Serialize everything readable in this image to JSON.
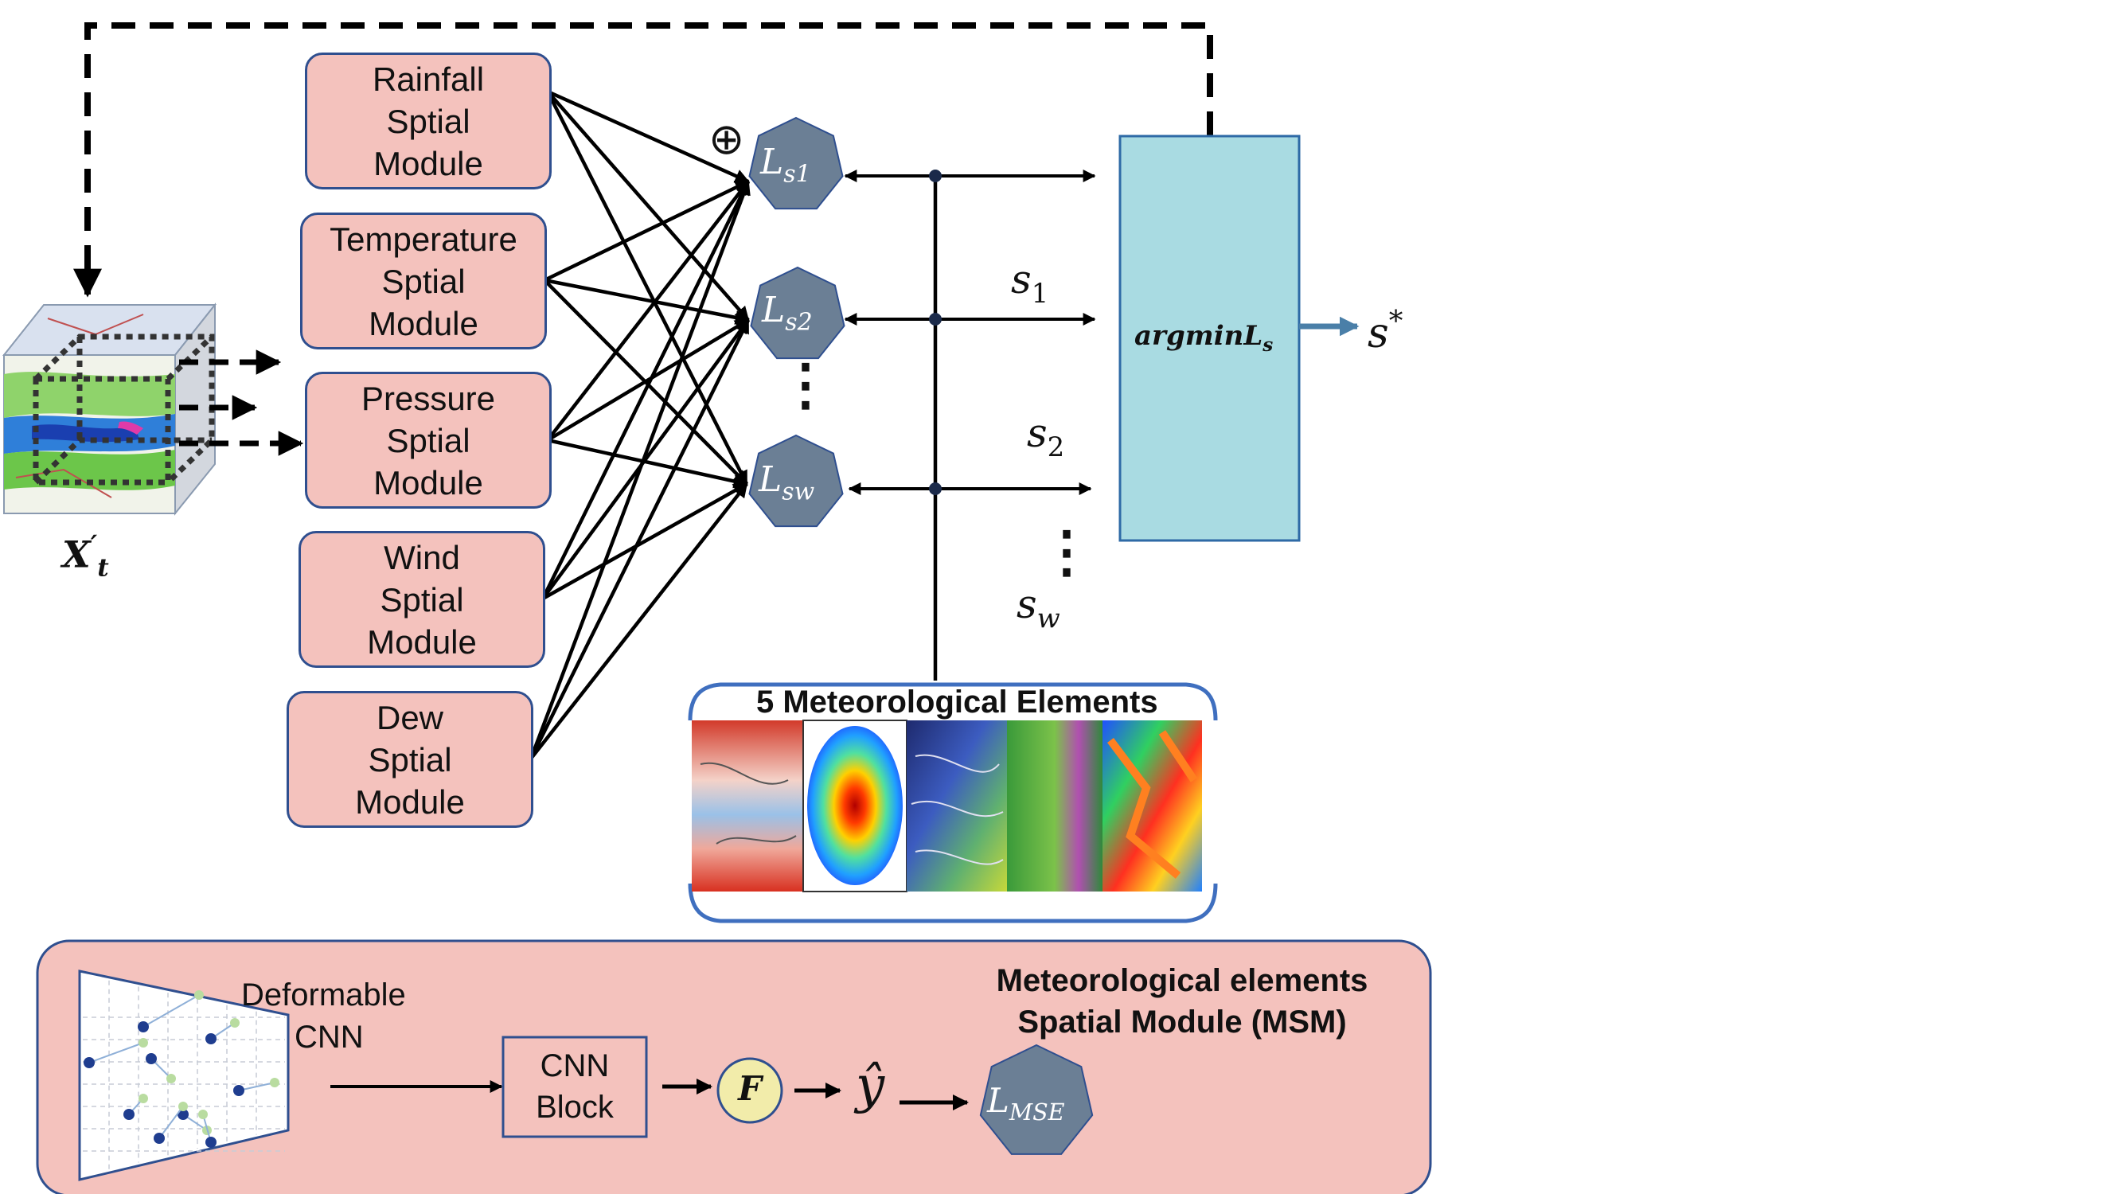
{
  "input": {
    "label_main": "X",
    "label_prime": "′",
    "label_sub": "t"
  },
  "modules": [
    {
      "line1": "Rainfall",
      "line2": "Sptial",
      "line3": "Module"
    },
    {
      "line1": "Temperature",
      "line2": "Sptial",
      "line3": "Module"
    },
    {
      "line1": "Pressure",
      "line2": "Sptial",
      "line3": "Module"
    },
    {
      "line1": "Wind",
      "line2": "Sptial",
      "line3": "Module"
    },
    {
      "line1": "Dew",
      "line2": "Sptial",
      "line3": "Module"
    }
  ],
  "oplus_symbol": "⊕",
  "losses": [
    {
      "main": "L",
      "sub": "s1"
    },
    {
      "main": "L",
      "sub": "s2"
    },
    {
      "main": "L",
      "sub": "sw"
    }
  ],
  "vdots": "⋮",
  "outputs": {
    "s1_main": "s",
    "s1_sub": "1",
    "s2_main": "s",
    "s2_sub": "2",
    "sw_main": "s",
    "sw_sub": "w"
  },
  "argmin": {
    "main": "argminL",
    "sub": "s"
  },
  "result": {
    "main": "s",
    "sup": "*"
  },
  "meteo_panel": {
    "title": "5 Meteorological Elements"
  },
  "msm": {
    "title_line1": "Meteorological elements",
    "title_line2": "Spatial Module (MSM)",
    "deformable_line1": "Deformable",
    "deformable_line2": "CNN",
    "cnn_block_line1": "CNN",
    "cnn_block_line2": "Block",
    "f_symbol": "F",
    "yhat_symbol": "ŷ",
    "mse_main": "L",
    "mse_sub": "MSE"
  },
  "colors": {
    "module_fill": "#f4c2bd",
    "module_border": "#2f4f8f",
    "loss_fill": "#6b7f95",
    "argmin_fill": "#a9dbe2",
    "argmin_border": "#2e6aa6",
    "result_arrow": "#4a7fa8",
    "f_circle_fill": "#f2ecaa"
  }
}
